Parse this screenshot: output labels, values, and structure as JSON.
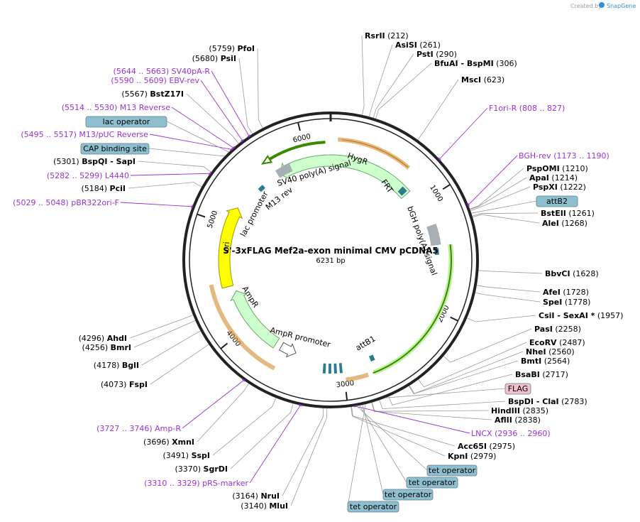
{
  "credit": {
    "created_by": "Created by",
    "app": "SnapGene"
  },
  "plasmid": {
    "name": "S'-3xFLAG Mef2a-exon minimal CMV pCDNA5",
    "length_label": "6231 bp"
  },
  "ring": {
    "total_bp": 6231
  },
  "ticks": [
    "1000",
    "2000",
    "3000",
    "4000",
    "5000",
    "6000"
  ],
  "enzymes": [
    {
      "name": "RsrII",
      "pos": "(212)",
      "bp": 212
    },
    {
      "name": "AsiSI",
      "pos": "(261)",
      "bp": 261
    },
    {
      "name": "PstI",
      "pos": "(290)",
      "bp": 290
    },
    {
      "name": "BfuAI",
      "extra": "- BspMI",
      "pos": "(306)",
      "bp": 306
    },
    {
      "name": "MscI",
      "pos": "(623)",
      "bp": 623
    },
    {
      "name": "PspOMI",
      "pos": "(1210)",
      "bp": 1210
    },
    {
      "name": "ApaI",
      "pos": "(1214)",
      "bp": 1214
    },
    {
      "name": "PspXI",
      "pos": "(1222)",
      "bp": 1222
    },
    {
      "name": "BstEII",
      "pos": "(1261)",
      "bp": 1261
    },
    {
      "name": "AleI",
      "pos": "(1268)",
      "bp": 1268
    },
    {
      "name": "BbvCI",
      "pos": "(1628)",
      "bp": 1628
    },
    {
      "name": "AfeI",
      "pos": "(1728)",
      "bp": 1728
    },
    {
      "name": "SpeI",
      "pos": "(1778)",
      "bp": 1778
    },
    {
      "name": "CsiI",
      "extra": "- SexAI *",
      "pos": "(1957)",
      "bp": 1957
    },
    {
      "name": "PasI",
      "pos": "(2258)",
      "bp": 2258
    },
    {
      "name": "EcoRV",
      "pos": "(2487)",
      "bp": 2487
    },
    {
      "name": "NheI",
      "pos": "(2560)",
      "bp": 2560
    },
    {
      "name": "BmtI",
      "pos": "(2564)",
      "bp": 2564
    },
    {
      "name": "BsaBI",
      "pos": "(2717)",
      "bp": 2717
    },
    {
      "name": "BspDI",
      "extra": "- ClaI",
      "pos": "(2783)",
      "bp": 2783
    },
    {
      "name": "HindIII",
      "pos": "(2835)",
      "bp": 2835
    },
    {
      "name": "AflII",
      "pos": "(2838)",
      "bp": 2838
    },
    {
      "name": "Acc65I",
      "pos": "(2975)",
      "bp": 2975
    },
    {
      "name": "KpnI",
      "pos": "(2979)",
      "bp": 2979
    },
    {
      "name": "MluI",
      "pos": "(3140)",
      "bp": 3140
    },
    {
      "name": "NruI",
      "pos": "(3164)",
      "bp": 3164
    },
    {
      "name": "SgrDI",
      "pos": "(3370)",
      "bp": 3370
    },
    {
      "name": "SspI",
      "pos": "(3491)",
      "bp": 3491
    },
    {
      "name": "XmnI",
      "pos": "(3696)",
      "bp": 3696
    },
    {
      "name": "FspI",
      "pos": "(4073)",
      "bp": 4073
    },
    {
      "name": "BglI",
      "pos": "(4178)",
      "bp": 4178
    },
    {
      "name": "BmrI",
      "pos": "(4256)",
      "bp": 4256
    },
    {
      "name": "AhdI",
      "pos": "(4296)",
      "bp": 4296
    },
    {
      "name": "PciI",
      "pos": "(5184)",
      "bp": 5184
    },
    {
      "name": "BspQI",
      "extra": "- SapI",
      "pos": "(5301)",
      "bp": 5301
    },
    {
      "name": "BstZ17I",
      "pos": "(5567)",
      "bp": 5567
    },
    {
      "name": "PsiI",
      "pos": "(5680)",
      "bp": 5680
    },
    {
      "name": "PfoI",
      "pos": "(5759)",
      "bp": 5759
    }
  ],
  "primers": [
    {
      "name": "F1ori-R",
      "range": "(808 .. 827)",
      "bp": 817
    },
    {
      "name": "BGH-rev",
      "range": "(1173 .. 1190)",
      "bp": 1181
    },
    {
      "name": "LNCX",
      "range": "(2936 .. 2960)",
      "bp": 2948
    },
    {
      "name": "pRS-marker",
      "range": "(3310 .. 3329)",
      "bp": 3319
    },
    {
      "name": "Amp-R",
      "range": "(3727 .. 3746)",
      "bp": 3736
    },
    {
      "name": "pBR322ori-F",
      "range": "(5029 .. 5048)",
      "bp": 5038
    },
    {
      "name": "L4440",
      "range": "(5282 .. 5299)",
      "bp": 5290
    },
    {
      "name": "M13/pUC Reverse",
      "range": "(5495 .. 5517)",
      "bp": 5506
    },
    {
      "name": "M13 Reverse",
      "range": "(5514 .. 5530)",
      "bp": 5522
    },
    {
      "name": "EBV-rev",
      "range": "(5590 .. 5609)",
      "bp": 5599
    },
    {
      "name": "SV40pA-R",
      "range": "(5644 .. 5663)",
      "bp": 5653
    }
  ],
  "boxed_features": [
    {
      "name": "attB2",
      "bp": 1240
    },
    {
      "name": "FLAG",
      "bp": 2740
    },
    {
      "name": "tet operator",
      "bp": 2940
    },
    {
      "name": "tet operator",
      "bp": 2920
    },
    {
      "name": "tet operator",
      "bp": 2900
    },
    {
      "name": "tet operator",
      "bp": 2880
    },
    {
      "name": "lac operator",
      "bp": 5480
    },
    {
      "name": "CAP binding site",
      "bp": 5440
    }
  ],
  "features": {
    "hygr": "HygR",
    "frt": "FRT",
    "sv40": "SV40 poly(A) signal",
    "bgh": "bGH poly(A) signal",
    "m13rev": "M13 rev",
    "lacpromoter": "lac promoter",
    "ori": "ori",
    "ampr": "AmpR",
    "amprpromoter": "AmpR promoter",
    "attb1": "attB1"
  },
  "colors": {
    "backbone": "#222222",
    "primer": "#9b30d9",
    "orf_fill": "#ccffcc",
    "orf_stroke": "#6aa86a",
    "ori_fill": "#ffff00",
    "orange": "#d08a2a",
    "green_line": "#3a8a00",
    "box_fill": "#8ebfcf",
    "flag_fill": "#f0c0cc",
    "gray_block": "#a7aeb4",
    "teal": "#2c7b8f",
    "credit_logo": "#2f8fd8"
  }
}
